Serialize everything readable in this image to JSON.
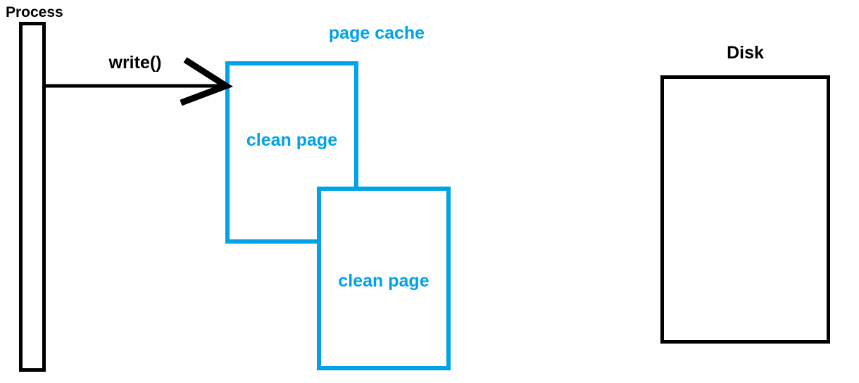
{
  "diagram": {
    "process": {
      "label": "Process"
    },
    "write_call": {
      "label": "write()"
    },
    "page_cache": {
      "label": "page cache",
      "pages": [
        {
          "label": "clean page"
        },
        {
          "label": "clean page"
        }
      ]
    },
    "disk": {
      "label": "Disk"
    }
  },
  "colors": {
    "accent_blue": "#00A2E8",
    "line_black": "#000000"
  }
}
